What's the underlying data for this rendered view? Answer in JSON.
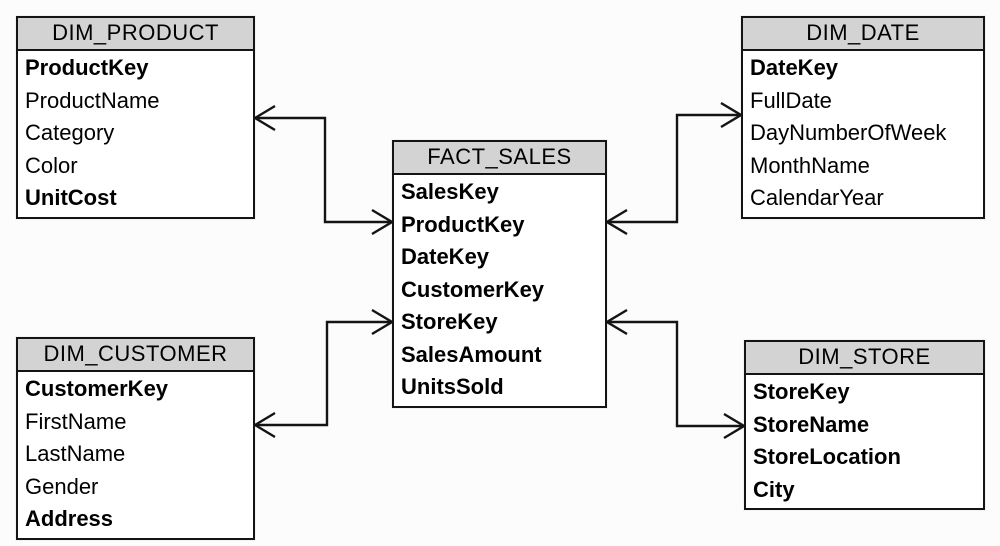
{
  "diagram": {
    "type": "star-schema-entity-relationship",
    "colors": {
      "table_header_fill": "#d3d3d3",
      "table_border": "#141414",
      "connector": "#141414",
      "text": "#000000",
      "canvas_background": "#fcfcfc"
    },
    "tables": [
      {
        "id": "dim_product",
        "title": "DIM_PRODUCT",
        "fields": [
          {
            "name": "ProductKey",
            "bold": true
          },
          {
            "name": "ProductName",
            "bold": false
          },
          {
            "name": "Category",
            "bold": false
          },
          {
            "name": "Color",
            "bold": false
          },
          {
            "name": "UnitCost",
            "bold": true
          }
        ]
      },
      {
        "id": "dim_date",
        "title": "DIM_DATE",
        "fields": [
          {
            "name": "DateKey",
            "bold": true
          },
          {
            "name": "FullDate",
            "bold": false
          },
          {
            "name": "DayNumberOfWeek",
            "bold": false
          },
          {
            "name": "MonthName",
            "bold": false
          },
          {
            "name": "CalendarYear",
            "bold": false
          }
        ]
      },
      {
        "id": "fact_sales",
        "title": "FACT_SALES",
        "fields": [
          {
            "name": "SalesKey",
            "bold": true
          },
          {
            "name": "ProductKey",
            "bold": true
          },
          {
            "name": "DateKey",
            "bold": true
          },
          {
            "name": "CustomerKey",
            "bold": true
          },
          {
            "name": "StoreKey",
            "bold": true
          },
          {
            "name": "SalesAmount",
            "bold": true
          },
          {
            "name": "UnitsSold",
            "bold": true
          }
        ]
      },
      {
        "id": "dim_customer",
        "title": "DIM_CUSTOMER",
        "fields": [
          {
            "name": "CustomerKey",
            "bold": true
          },
          {
            "name": "FirstName",
            "bold": false
          },
          {
            "name": "LastName",
            "bold": false
          },
          {
            "name": "Gender",
            "bold": false
          },
          {
            "name": "Address",
            "bold": true
          }
        ]
      },
      {
        "id": "dim_store",
        "title": "DIM_STORE",
        "fields": [
          {
            "name": "StoreKey",
            "bold": true
          },
          {
            "name": "StoreName",
            "bold": true
          },
          {
            "name": "StoreLocation",
            "bold": true
          },
          {
            "name": "City",
            "bold": true
          }
        ]
      }
    ],
    "relationships": [
      {
        "from": "FACT_SALES",
        "to": "DIM_PRODUCT",
        "via": "ProductKey"
      },
      {
        "from": "FACT_SALES",
        "to": "DIM_DATE",
        "via": "DateKey"
      },
      {
        "from": "FACT_SALES",
        "to": "DIM_CUSTOMER",
        "via": "CustomerKey"
      },
      {
        "from": "FACT_SALES",
        "to": "DIM_STORE",
        "via": "StoreKey"
      }
    ]
  }
}
